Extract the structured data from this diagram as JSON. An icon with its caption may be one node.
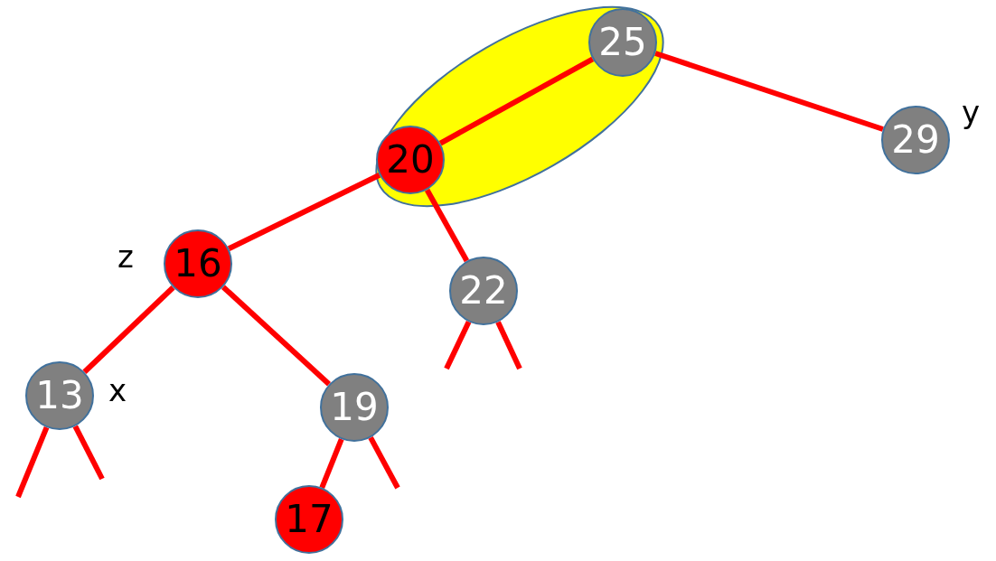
{
  "diagram": {
    "nodes": [
      {
        "text": [
          "25"
        ]
      },
      {
        "text": [
          "29"
        ],
        "beside": [
          "y"
        ]
      },
      {
        "text": [
          "20"
        ]
      },
      {
        "text": [
          "16"
        ],
        "beside": [
          "z"
        ]
      },
      {
        "text": [
          "22"
        ]
      },
      {
        "text": [
          "13"
        ],
        "beside": [
          "x"
        ]
      },
      {
        "text": [
          "19"
        ]
      },
      {
        "text": [
          "17"
        ]
      }
    ],
    "edges": [
      {
        "from": 0,
        "to": 2,
        "arrow": "none"
      },
      {
        "from": 0,
        "to": 1,
        "arrow": "none"
      },
      {
        "from": 2,
        "to": 3,
        "arrow": "none"
      },
      {
        "from": 2,
        "to": 4,
        "arrow": "none"
      },
      {
        "from": 3,
        "to": 5,
        "arrow": "none"
      },
      {
        "from": 3,
        "to": 6,
        "arrow": "none"
      },
      {
        "from": 6,
        "to": 7,
        "arrow": "none"
      },
      {
        "from": 5,
        "to": null,
        "arrow": "none"
      },
      {
        "from": 5,
        "to": null,
        "arrow": "none"
      },
      {
        "from": 4,
        "to": null,
        "arrow": "none"
      },
      {
        "from": 4,
        "to": null,
        "arrow": "none"
      },
      {
        "from": 6,
        "to": null,
        "arrow": "none"
      }
    ]
  }
}
